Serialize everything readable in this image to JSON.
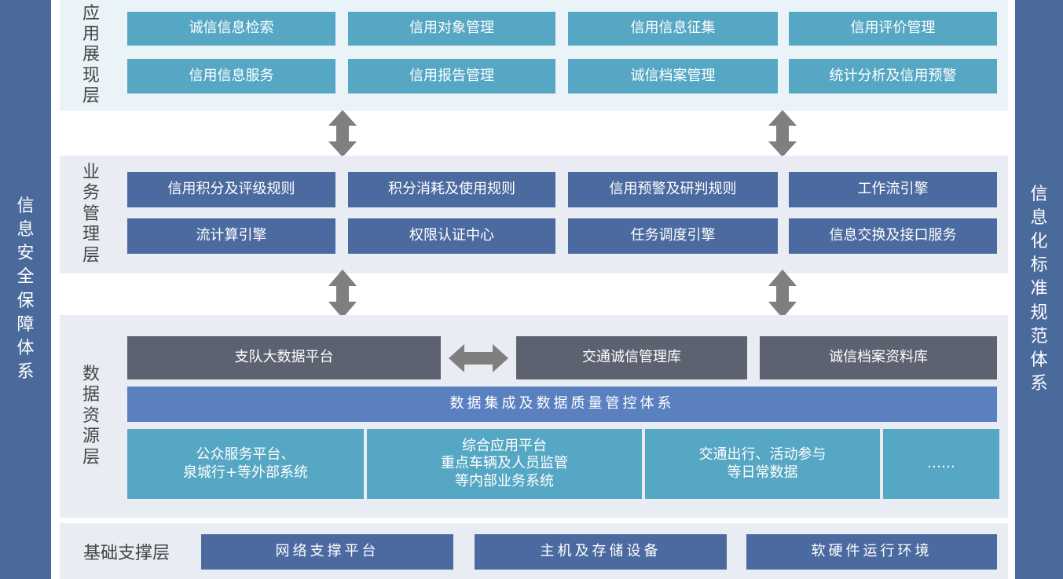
{
  "left_side": "信息安全保障体系",
  "right_side": "信息化标准规范体系",
  "application_layer": {
    "title": "应用展现层",
    "items": [
      "诚信信息检索",
      "信用对象管理",
      "信用信息征集",
      "信用评价管理",
      "信用信息服务",
      "信用报告管理",
      "诚信档案管理",
      "统计分析及信用预警"
    ]
  },
  "business_layer": {
    "title": "业务管理层",
    "items": [
      "信用积分及评级规则",
      "积分消耗及使用规则",
      "信用预警及研判规则",
      "工作流引擎",
      "流计算引擎",
      "权限认证中心",
      "任务调度引擎",
      "信息交换及接口服务"
    ]
  },
  "data_layer": {
    "title": "数据资源层",
    "platforms": [
      "支队大数据平台",
      "交通诚信管理库",
      "诚信档案资料库"
    ],
    "integration": "数据集成及数据质量管控体系",
    "sources": [
      "公众服务平台、\n泉城行+等外部系统",
      "综合应用平台\n重点车辆及人员监管\n等内部业务系统",
      "交通出行、活动参与\n等日常数据",
      "……"
    ]
  },
  "infrastructure_layer": {
    "title": "基础支撑层",
    "items": [
      "网络支撑平台",
      "主机及存储设备",
      "软硬件运行环境"
    ]
  },
  "colors": {
    "side_bar": "#4a6a9c",
    "teal_box": "#56a7c4",
    "navy_box": "#4b6ba0",
    "gray_box": "#5d6270",
    "integration_bar": "#5a80c0",
    "arrow": "#7f7f7f"
  }
}
